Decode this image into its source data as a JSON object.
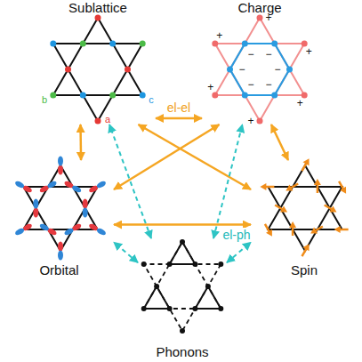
{
  "diagram": {
    "nodes": [
      {
        "text": [
          "Sublattice"
        ]
      },
      {
        "text": [
          "Charge"
        ]
      },
      {
        "text": [
          "Orbital"
        ]
      },
      {
        "text": [
          "Spin"
        ]
      },
      {
        "text": [
          "Phonons"
        ]
      }
    ],
    "edges": [
      {
        "from": 0,
        "to": 1,
        "arrow": "both",
        "label": "el-el"
      },
      {
        "from": 0,
        "to": 2,
        "arrow": "both"
      },
      {
        "from": 0,
        "to": 3,
        "arrow": "both"
      },
      {
        "from": 1,
        "to": 2,
        "arrow": "both"
      },
      {
        "from": 1,
        "to": 3,
        "arrow": "both"
      },
      {
        "from": 2,
        "to": 3,
        "arrow": "both"
      },
      {
        "from": 4,
        "to": 0,
        "arrow": "both"
      },
      {
        "from": 4,
        "to": 1,
        "arrow": "both"
      },
      {
        "from": 4,
        "to": 2,
        "arrow": "both"
      },
      {
        "from": 4,
        "to": 3,
        "arrow": "both",
        "label": "el-ph"
      }
    ],
    "labels": [
      "b",
      "c",
      "a",
      "+",
      "+",
      "+",
      "+",
      "+",
      "+",
      "−",
      "−",
      "−",
      "−",
      "−",
      "−"
    ]
  }
}
